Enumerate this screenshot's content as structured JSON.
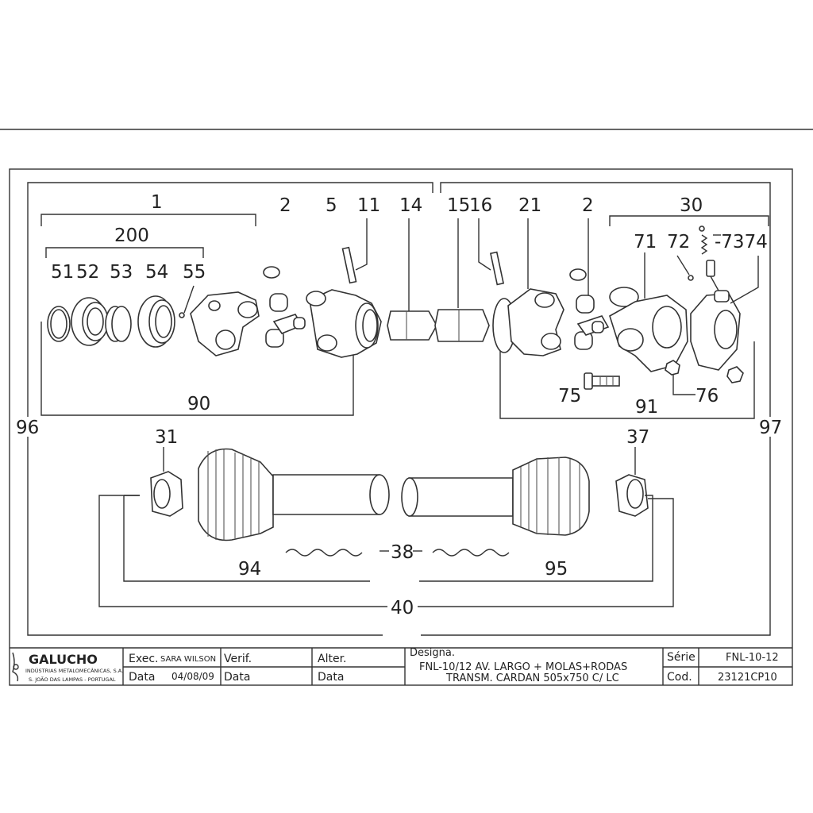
{
  "labels": {
    "l1": "1",
    "l200": "200",
    "l51": "51",
    "l52": "52",
    "l53": "53",
    "l54": "54",
    "l55": "55",
    "l2a": "2",
    "l5": "5",
    "l11": "11",
    "l14": "14",
    "l15": "15",
    "l16": "16",
    "l21": "21",
    "l2b": "2",
    "l30": "30",
    "l71": "71",
    "l72": "72",
    "l7374": "-7374",
    "l75": "75",
    "l76": "76",
    "l90": "90",
    "l91": "91",
    "l96": "96",
    "l97": "97",
    "l31": "31",
    "l37": "37",
    "l38": "38",
    "l94": "94",
    "l95": "95",
    "l40": "40"
  },
  "title_block": {
    "company": "GALUCHO",
    "company_sub1": "INDÚSTRIAS METALOMECÂNICAS, S.A.",
    "company_sub2": "S. JOÃO DAS LAMPAS - PORTUGAL",
    "exec_label": "Exec.",
    "exec_value": "SARA WILSON",
    "verif_label": "Verif.",
    "alter_label": "Alter.",
    "data_label1": "Data",
    "data_value1": "04/08/09",
    "data_label2": "Data",
    "data_label3": "Data",
    "designa_label": "Designa.",
    "designa_line1": "FNL-10/12 AV. LARGO + MOLAS+RODAS",
    "designa_line2": "TRANSM. CARDAN 505x750 C/ LC",
    "serie_label": "Série",
    "serie_value": "FNL-10-12",
    "cod_label": "Cod.",
    "cod_value": "23121CP10"
  }
}
